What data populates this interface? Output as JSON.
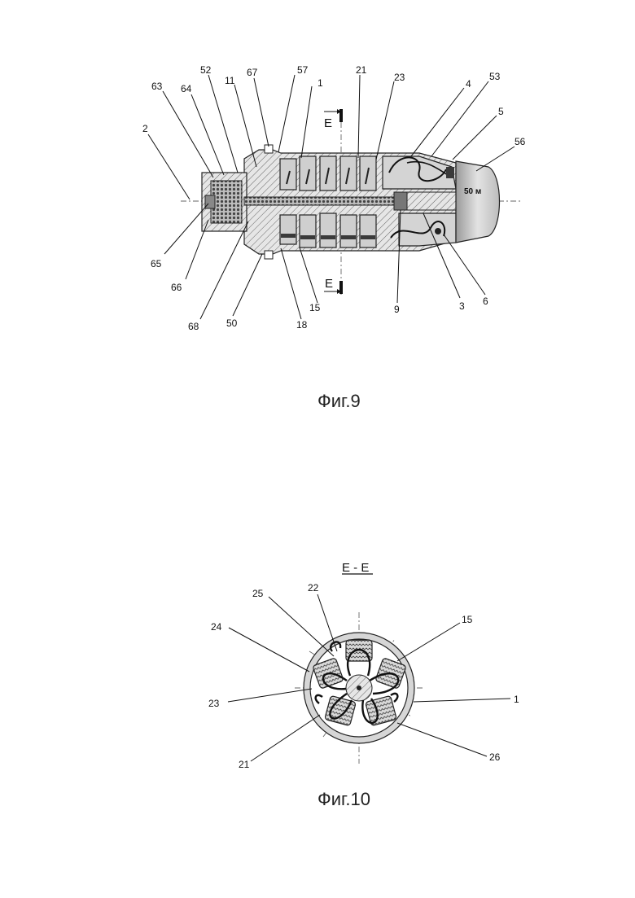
{
  "fig9": {
    "caption": "Фиг.9",
    "cap_text": "50 м",
    "section_marker": "E",
    "labels": [
      "2",
      "63",
      "64",
      "52",
      "11",
      "67",
      "57",
      "1",
      "21",
      "23",
      "4",
      "53",
      "5",
      "56",
      "65",
      "66",
      "68",
      "50",
      "18",
      "15",
      "9",
      "3",
      "6"
    ]
  },
  "fig10": {
    "caption": "Фиг.10",
    "section_title": "E - E",
    "labels": [
      "25",
      "22",
      "24",
      "15",
      "23",
      "1",
      "21",
      "26"
    ]
  }
}
